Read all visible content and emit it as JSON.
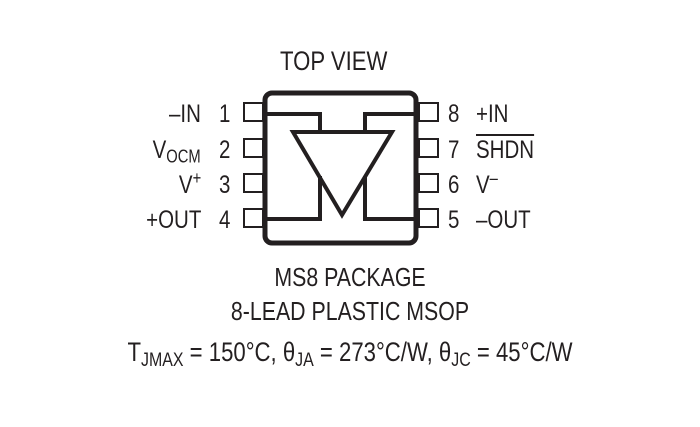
{
  "diagram": {
    "title": "TOP VIEW",
    "package": {
      "name": "MS8 PACKAGE",
      "description": "8-LEAD PLASTIC MSOP"
    },
    "pins_left": [
      {
        "number": "1",
        "label": "–IN",
        "label_main": "–IN",
        "label_sub": "",
        "label_sup": ""
      },
      {
        "number": "2",
        "label": "VOCM",
        "label_main": "V",
        "label_sub": "OCM",
        "label_sup": ""
      },
      {
        "number": "3",
        "label": "V+",
        "label_main": "V",
        "label_sub": "",
        "label_sup": "+"
      },
      {
        "number": "4",
        "label": "+OUT",
        "label_main": "+OUT",
        "label_sub": "",
        "label_sup": ""
      }
    ],
    "pins_right": [
      {
        "number": "8",
        "label": "+IN",
        "label_main": "+IN",
        "label_sup": ""
      },
      {
        "number": "7",
        "label": "SHDN",
        "label_main": "SHDN",
        "label_sup": "",
        "overline": true
      },
      {
        "number": "6",
        "label": "V–",
        "label_main": "V",
        "label_sup": "–"
      },
      {
        "number": "5",
        "label": "–OUT",
        "label_main": "–OUT",
        "label_sup": ""
      }
    ],
    "thermal": {
      "t_sym": "T",
      "t_sub": "JMAX",
      "t_val": " = 150°C, ",
      "ja_sym": "θ",
      "ja_sub": "JA",
      "ja_val": " = 273°C/W, ",
      "jc_sym": "θ",
      "jc_sub": "JC",
      "jc_val": " = 45°C/W",
      "full": "TJMAX = 150°C, θJA = 273°C/W, θJC = 45°C/W"
    },
    "colors": {
      "ink": "#231f20",
      "background": "#ffffff"
    }
  }
}
